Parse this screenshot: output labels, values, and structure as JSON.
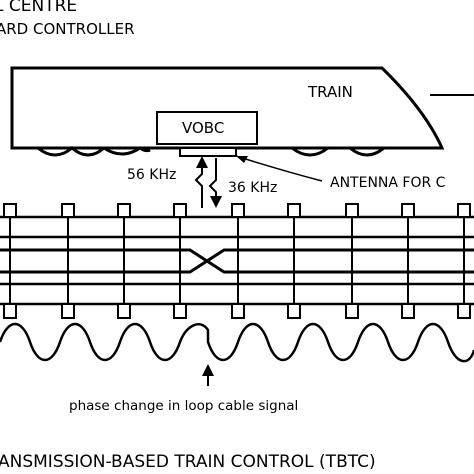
{
  "header": {
    "line1": "L CENTRE",
    "line2": "ARD CONTROLLER"
  },
  "train": {
    "label": "TRAIN",
    "onboard_box": "VOBC"
  },
  "signals": {
    "uplink": "56 KHz",
    "downlink": "36 KHz"
  },
  "antenna": {
    "label": "ANTENNA FOR C"
  },
  "loop_cable": {
    "caption": "phase change in loop cable signal"
  },
  "footer": {
    "title": "ANSMISSION-BASED TRAIN CONTROL (TBTC)"
  }
}
